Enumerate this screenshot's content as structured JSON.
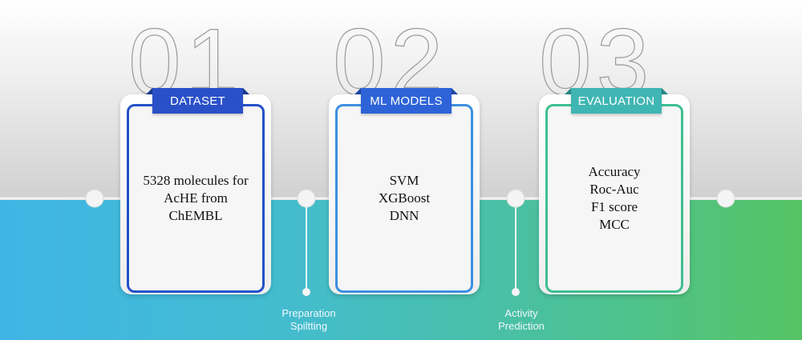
{
  "background": {
    "top_color": "#e0e0e0",
    "bottom_gradient": [
      "#3fb5e6",
      "#56c464"
    ]
  },
  "steps": [
    {
      "number": "01",
      "tag": "DATASET",
      "tag_color": "#2a50c8",
      "frame_color": "#2450c9",
      "lines": [
        "5328 molecules for",
        "AcHE from",
        "ChEMBL"
      ]
    },
    {
      "number": "02",
      "tag": "ML MODELS",
      "tag_color": "#2e63d8",
      "frame_color": "#3d8fe0",
      "lines": [
        "SVM",
        "XGBoost",
        "DNN"
      ]
    },
    {
      "number": "03",
      "tag": "EVALUATION",
      "tag_color": "#3fb6b3",
      "frame_color": "#3fbf8f",
      "lines": [
        "Accuracy",
        "Roc-Auc",
        "F1 score",
        "MCC"
      ]
    }
  ],
  "timeline_labels": [
    {
      "line1": "Preparation",
      "line2": "Spiltting"
    },
    {
      "line1": "Activity",
      "line2": "Prediction"
    }
  ]
}
